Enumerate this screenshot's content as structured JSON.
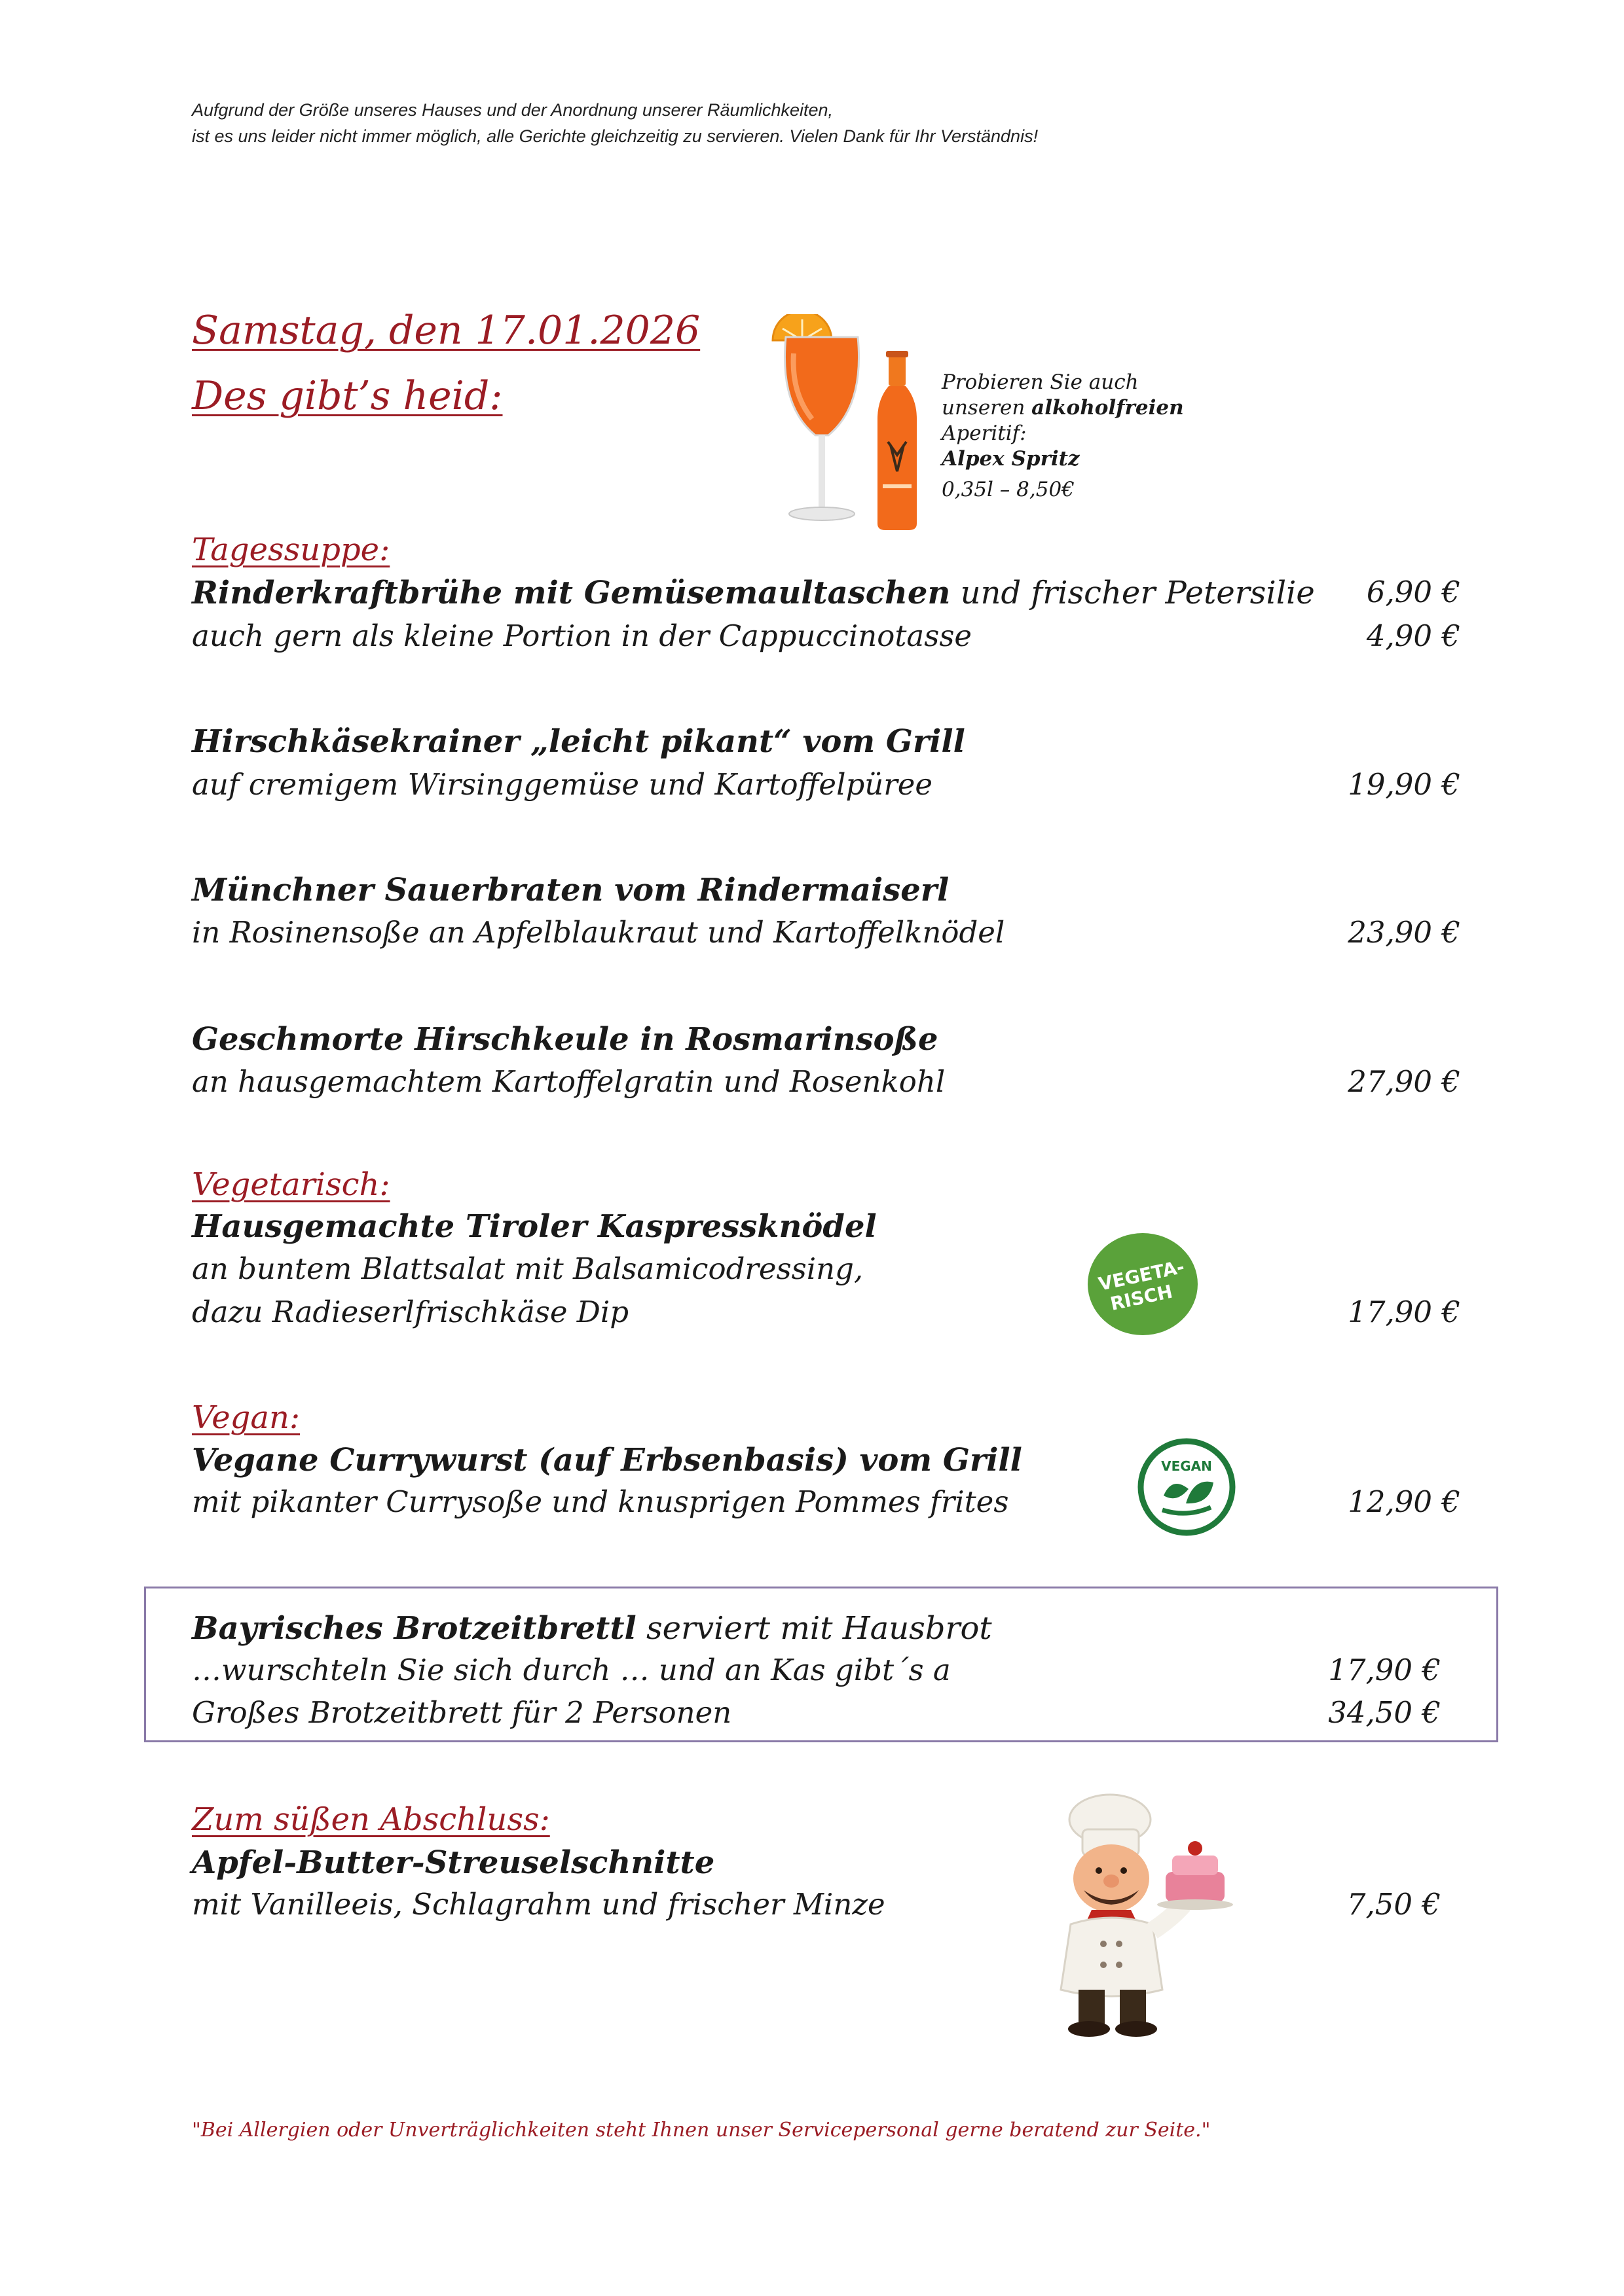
{
  "notice": {
    "line1": "Aufgrund der Größe unseres Hauses und der Anordnung unserer Räumlichkeiten,",
    "line2": "ist es uns leider nicht immer möglich, alle Gerichte gleichzeitig zu servieren.  Vielen Dank für Ihr Verständnis!"
  },
  "header": {
    "date": "Samstag, den 17.01.2026",
    "subtitle": "Des gibt’s heid:"
  },
  "promo": {
    "line1": "Probieren Sie auch",
    "line2_prefix": "unseren ",
    "line2_bold": "alkoholfreien",
    "line3": "Aperitif:",
    "line4": "Alpex Spritz",
    "line5": "0,35l – 8,50€"
  },
  "soup": {
    "heading": "Tagessuppe:",
    "title_bold": "Rinderkraftbrühe mit Gemüsemaultaschen",
    "title_rest": " und frischer Petersilie",
    "price": "6,90 €",
    "desc": "auch gern als kleine Portion in der Cappuccinotasse",
    "desc_price": "4,90 €"
  },
  "dishes": [
    {
      "title": "Hirschkäsekrainer „leicht pikant“ vom Grill",
      "desc": "auf cremigem Wirsinggemüse und Kartoffelpüree",
      "price": "19,90 €"
    },
    {
      "title": "Münchner Sauerbraten vom Rindermaiserl",
      "desc": "in Rosinensoße an Apfelblaukraut und Kartoffelknödel",
      "price": "23,90 €"
    },
    {
      "title": "Geschmorte Hirschkeule in Rosmarinsoße",
      "desc": "an hausgemachtem Kartoffelgratin und Rosenkohl",
      "price": "27,90 €"
    }
  ],
  "vegetarian": {
    "heading": "Vegetarisch:",
    "title": "Hausgemachte Tiroler Kaspressknödel",
    "desc1": "an buntem Blattsalat mit Balsamicodressing,",
    "desc2": "dazu Radieserlfrischkäse Dip",
    "price": "17,90 €",
    "badge_line1": "VEGETA-",
    "badge_line2": "RISCH"
  },
  "vegan": {
    "heading": "Vegan:",
    "title": "Vegane Currywurst (auf Erbsenbasis) vom Grill",
    "desc": "mit pikanter Currysoße und knusprigen Pommes frites",
    "price": "12,90 €",
    "badge_text": "VEGAN"
  },
  "brotzeit": {
    "title_bold": "Bayrisches Brotzeitbrettl",
    "title_rest": " serviert mit Hausbrot",
    "line2": "…wurschteln Sie sich durch … und an Kas gibt´s a",
    "price1": "17,90 €",
    "line3": "Großes Brotzeitbrett für 2 Personen",
    "price2": "34,50 €"
  },
  "dessert": {
    "heading": "Zum süßen Abschluss:",
    "title": "Apfel-Butter-Streuselschnitte",
    "desc": "mit Vanilleeis, Schlagrahm und frischer Minze",
    "price": "7,50 €"
  },
  "footer": {
    "note": "\"Bei Allergien oder Unverträglichkeiten steht Ihnen unser Servicepersonal gerne beratend zur Seite.\""
  },
  "colors": {
    "accent_red": "#9b1c24",
    "box_border": "#8a7aa8",
    "vegetarian_green": "#5aa23a",
    "vegan_green": "#1f7a3a"
  }
}
